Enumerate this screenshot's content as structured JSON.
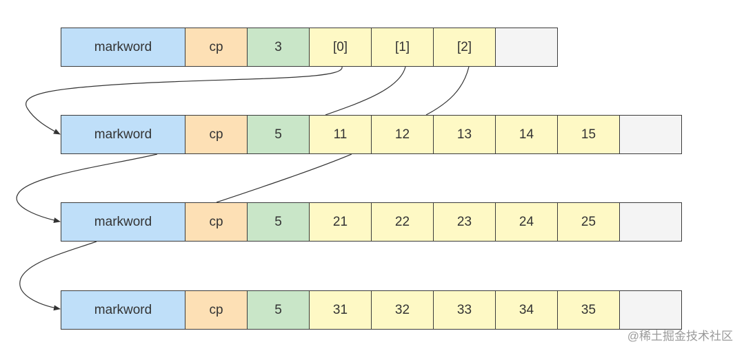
{
  "colors": {
    "markword": "#bfdff9",
    "cp": "#fde0b5",
    "count": "#c9e6c8",
    "slot": "#fef9c5",
    "empty": "#f4f4f4",
    "border": "#3a3a3a",
    "line": "#333333"
  },
  "rows": [
    {
      "cells": [
        {
          "text": "markword",
          "kind": "markword"
        },
        {
          "text": "cp",
          "kind": "cp"
        },
        {
          "text": "3",
          "kind": "count"
        },
        {
          "text": "[0]",
          "kind": "slot"
        },
        {
          "text": "[1]",
          "kind": "slot"
        },
        {
          "text": "[2]",
          "kind": "slot"
        },
        {
          "text": "",
          "kind": "empty"
        }
      ]
    },
    {
      "cells": [
        {
          "text": "markword",
          "kind": "markword"
        },
        {
          "text": "cp",
          "kind": "cp"
        },
        {
          "text": "5",
          "kind": "count"
        },
        {
          "text": "11",
          "kind": "slot"
        },
        {
          "text": "12",
          "kind": "slot"
        },
        {
          "text": "13",
          "kind": "slot"
        },
        {
          "text": "14",
          "kind": "slot"
        },
        {
          "text": "15",
          "kind": "slot"
        },
        {
          "text": "",
          "kind": "empty"
        }
      ]
    },
    {
      "cells": [
        {
          "text": "markword",
          "kind": "markword"
        },
        {
          "text": "cp",
          "kind": "cp"
        },
        {
          "text": "5",
          "kind": "count"
        },
        {
          "text": "21",
          "kind": "slot"
        },
        {
          "text": "22",
          "kind": "slot"
        },
        {
          "text": "23",
          "kind": "slot"
        },
        {
          "text": "24",
          "kind": "slot"
        },
        {
          "text": "25",
          "kind": "slot"
        },
        {
          "text": "",
          "kind": "empty"
        }
      ]
    },
    {
      "cells": [
        {
          "text": "markword",
          "kind": "markword"
        },
        {
          "text": "cp",
          "kind": "cp"
        },
        {
          "text": "5",
          "kind": "count"
        },
        {
          "text": "31",
          "kind": "slot"
        },
        {
          "text": "32",
          "kind": "slot"
        },
        {
          "text": "33",
          "kind": "slot"
        },
        {
          "text": "34",
          "kind": "slot"
        },
        {
          "text": "35",
          "kind": "slot"
        },
        {
          "text": "",
          "kind": "empty"
        }
      ]
    }
  ],
  "watermark": "@稀土掘金技术社区"
}
